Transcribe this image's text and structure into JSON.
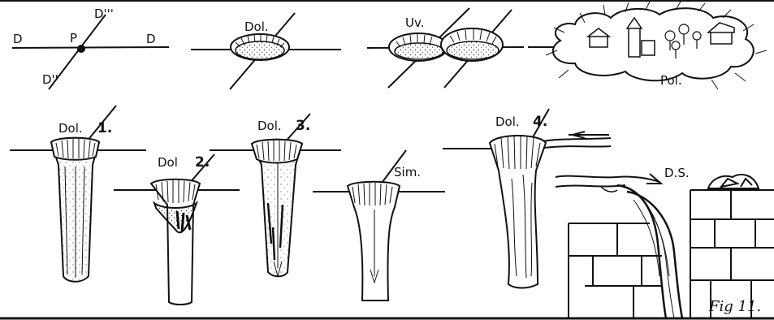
{
  "labels": {
    "d_left": "D",
    "d_right": "D",
    "d_top": "D'''",
    "d_bottom": "D''",
    "p": "P",
    "dol": "Dol.",
    "uv": "Uv.",
    "pol": "Pol.",
    "dol1_text": "Dol.",
    "dol1_num": "1.",
    "dol2_text": "Dol",
    "dol2_num": "2.",
    "dol3_text": "Dol.",
    "dol3_num": "3.",
    "sim": "Sim.",
    "dol4_text": "Dol.",
    "dol4_num": "4.",
    "ds": "D.S.",
    "fig": "Fig 11."
  },
  "colors": {
    "ink": "#111111",
    "paper": "#ffffff"
  }
}
